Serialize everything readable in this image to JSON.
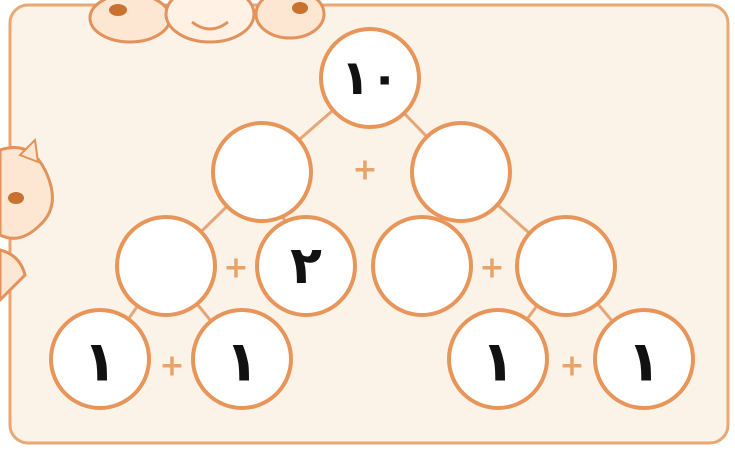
{
  "colors": {
    "frame_fill": "#fbf2e8",
    "frame_stroke": "#e9a873",
    "circle_fill": "#ffffff",
    "circle_stroke": "#e8955a",
    "line": "#e6a676",
    "plus": "#e8a36a",
    "digit": "#111111"
  },
  "tree": {
    "top": "١٠",
    "level2_left": "",
    "level2_right": "",
    "level3_a": "",
    "level3_b": "٢",
    "level3_c": "",
    "level3_d": "",
    "level4_a": "١",
    "level4_b": "١",
    "level4_c": "١",
    "level4_d": "١"
  },
  "operators": {
    "plus": "+"
  },
  "icons": {
    "top_decoration": "cartoon-faces-icon",
    "left_decoration": "cartoon-cow-icon"
  }
}
